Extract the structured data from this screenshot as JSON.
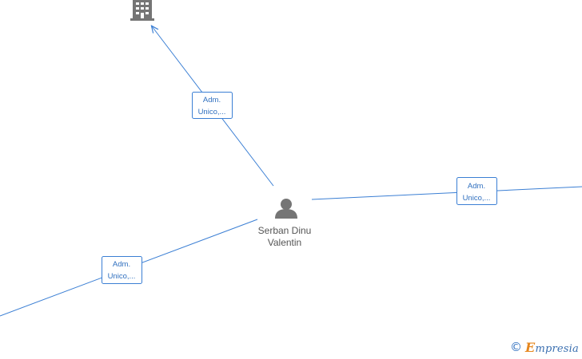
{
  "person": {
    "name_line1": "Serban Dinu",
    "name_line2": "Valentin",
    "icon": "person-icon"
  },
  "company": {
    "icon": "building-icon"
  },
  "relations": [
    {
      "label_line1": "Adm.",
      "label_line2": "Unico,..."
    },
    {
      "label_line1": "Adm.",
      "label_line2": "Unico,..."
    },
    {
      "label_line1": "Adm.",
      "label_line2": "Unico,..."
    }
  ],
  "watermark": {
    "copyright": "©",
    "brand_initial": "E",
    "brand_rest": "mpresia"
  },
  "colors": {
    "edge": "#3b7fd4",
    "icon": "#757575",
    "brand_accent": "#e6871e"
  }
}
